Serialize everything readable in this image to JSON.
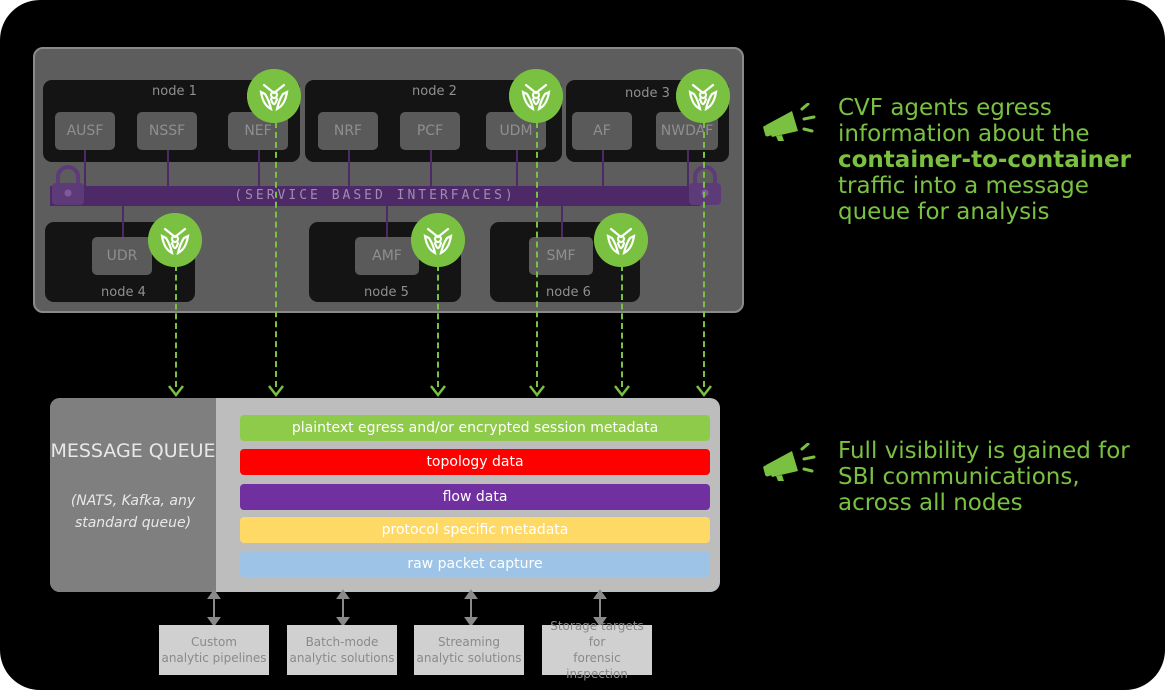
{
  "nodes": {
    "node1": {
      "label": "node 1",
      "functions": [
        "AUSF",
        "NSSF",
        "NEF"
      ]
    },
    "node2": {
      "label": "node 2",
      "functions": [
        "NRF",
        "PCF",
        "UDM"
      ]
    },
    "node3": {
      "label": "node 3",
      "functions": [
        "AF",
        "NWDAF"
      ]
    },
    "node4": {
      "label": "node 4",
      "functions": [
        "UDR"
      ]
    },
    "node5": {
      "label": "node 5",
      "functions": [
        "AMF"
      ]
    },
    "node6": {
      "label": "node 6",
      "functions": [
        "SMF"
      ]
    }
  },
  "sbi_label": "(SERVICE BASED INTERFACES)",
  "message_queue": {
    "title": "MESSAGE QUEUE",
    "subtitle_line1": "(NATS, Kafka, any",
    "subtitle_line2": "standard queue)"
  },
  "layers": [
    {
      "label": "plaintext egress and/or encrypted session metadata",
      "color": "#8fcb4b"
    },
    {
      "label": "topology data",
      "color": "#ff0000"
    },
    {
      "label": "flow data",
      "color": "#7030a0"
    },
    {
      "label": "protocol specific metadata",
      "color": "#ffd966"
    },
    {
      "label": "raw packet capture",
      "color": "#9dc3e6"
    }
  ],
  "consumers": [
    {
      "line1": "Custom",
      "line2": "analytic pipelines"
    },
    {
      "line1": "Batch-mode",
      "line2": "analytic solutions"
    },
    {
      "line1": "Streaming",
      "line2": "analytic solutions"
    },
    {
      "line1": "Storage targets for",
      "line2": "forensic inspection"
    }
  ],
  "callouts": {
    "first": {
      "line1": "CVF agents egress",
      "line2": "information about the",
      "line3_bold": "container-to-container",
      "line4": "traffic into a message",
      "line5": "queue for analysis"
    },
    "second": {
      "line1": "Full visibility is gained for",
      "line2": "SBI communications,",
      "line3": "across all nodes"
    }
  },
  "icons": {
    "agent": "cvf-agent-icon",
    "lock": "lock-icon",
    "megaphone": "megaphone-icon"
  },
  "colors": {
    "accent_green": "#7ac142",
    "sbi_purple": "#4d2a67"
  }
}
